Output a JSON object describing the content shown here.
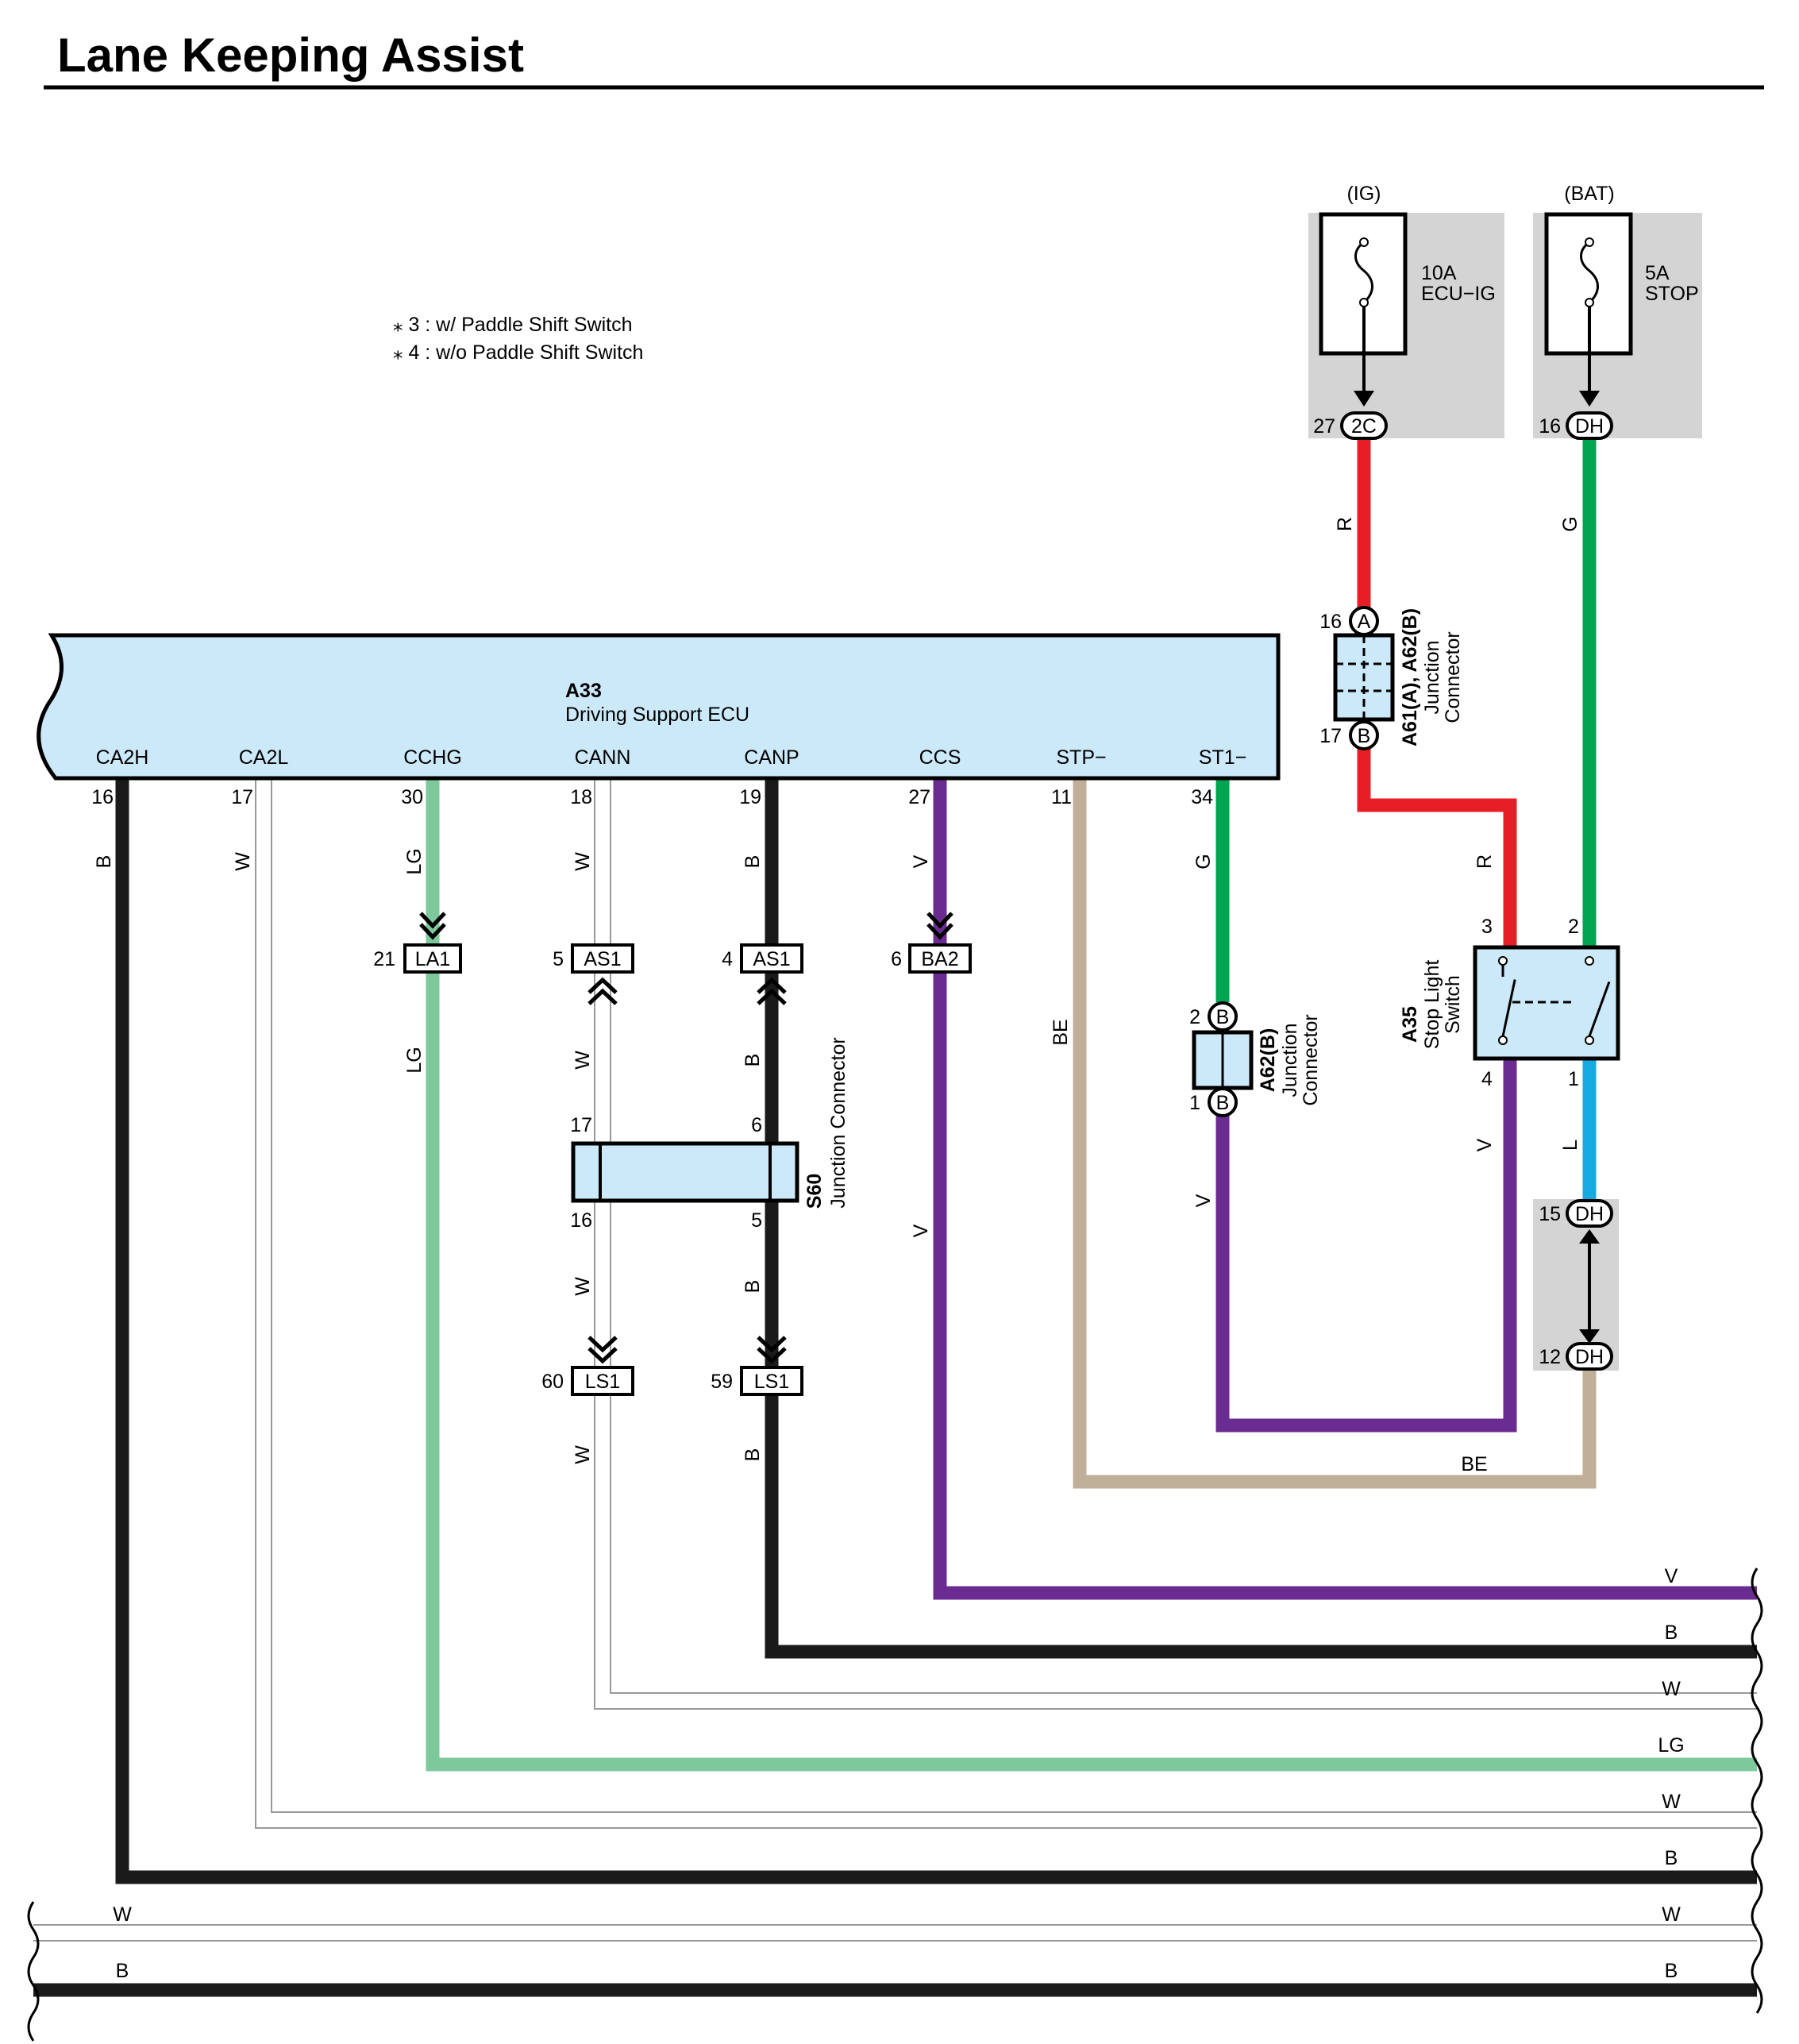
{
  "title": "Lane Keeping Assist",
  "notes": [
    "⁎ 3 : w/ Paddle Shift Switch",
    "⁎ 4 : w/o Paddle Shift Switch"
  ],
  "colors": {
    "R": "#e81e26",
    "G": "#00a551",
    "LG": "#7dc99b",
    "V": "#6b2c91",
    "B": "#1a1a1a",
    "W": "#a6a6a6",
    "BE": "#bfae98",
    "L": "#17a9e1",
    "ecu_fill": "#cce9f9",
    "fuse_bg": "#d4d4d4"
  },
  "ecu": {
    "code": "A33",
    "name": "Driving Support ECU",
    "terminals": [
      {
        "name": "CA2H",
        "pin": "16",
        "wire": "B"
      },
      {
        "name": "CA2L",
        "pin": "17",
        "wire": "W"
      },
      {
        "name": "CCHG",
        "pin": "30",
        "wire": "LG"
      },
      {
        "name": "CANN",
        "pin": "18",
        "wire": "W"
      },
      {
        "name": "CANP",
        "pin": "19",
        "wire": "B"
      },
      {
        "name": "CCS",
        "pin": "27",
        "wire": "V"
      },
      {
        "name": "STP−",
        "pin": "11",
        "wire": "BE"
      },
      {
        "name": "ST1−",
        "pin": "34",
        "wire": "G"
      }
    ]
  },
  "fuses": [
    {
      "source": "(IG)",
      "rating": "10A",
      "name": "ECU−IG",
      "pin": "27",
      "connector": "2C",
      "wire": "R"
    },
    {
      "source": "(BAT)",
      "rating": "5A",
      "name": "STOP",
      "pin": "16",
      "connector": "DH",
      "wire": "G"
    }
  ],
  "connectors": {
    "la1": {
      "pin": "21",
      "label": "LA1",
      "wire_out": "LG"
    },
    "as1_a": {
      "pin": "5",
      "label": "AS1",
      "wire_out": "W"
    },
    "as1_b": {
      "pin": "4",
      "label": "AS1",
      "wire_out": "B"
    },
    "ba2": {
      "pin": "6",
      "label": "BA2",
      "wire_out": "V"
    },
    "ls1_a": {
      "pin": "60",
      "label": "LS1",
      "wire_out": "W"
    },
    "ls1_b": {
      "pin": "59",
      "label": "LS1",
      "wire_out": "B"
    },
    "dh_a": {
      "pin": "15",
      "label": "DH"
    },
    "dh_b": {
      "pin": "12",
      "label": "DH",
      "wire_out": "BE"
    }
  },
  "junction_a61": {
    "code": "A61(A), A62(B)",
    "name": [
      "Junction",
      "Connector"
    ],
    "pin_top": "16",
    "pin_top_label": "A",
    "pin_bottom": "17",
    "pin_bottom_label": "B",
    "wire_out": "R"
  },
  "junction_a62": {
    "code": "A62(B)",
    "name": [
      "Junction",
      "Connector"
    ],
    "pin_top": "2",
    "pin_top_label": "B",
    "pin_bottom": "1",
    "pin_bottom_label": "B",
    "wire_out": "V"
  },
  "junction_s60": {
    "code": "S60",
    "name": "Junction Connector",
    "pins": {
      "left_top": "17",
      "left_bottom": "16",
      "right_top": "6",
      "right_bottom": "5"
    },
    "wires": {
      "left_top": "W",
      "left_bottom": "W",
      "right_top": "B",
      "right_bottom": "B"
    }
  },
  "stop_switch": {
    "code": "A35",
    "name": [
      "Stop Light",
      "Switch"
    ],
    "pins": {
      "top_left": "3",
      "top_right": "2",
      "bottom_left": "4",
      "bottom_right": "1"
    },
    "wires": {
      "bottom_left": "V",
      "bottom_right": "L"
    }
  },
  "bus_wires": [
    {
      "color": "V",
      "label": "V"
    },
    {
      "color": "B",
      "label": "B"
    },
    {
      "color": "W",
      "label": "W"
    },
    {
      "color": "LG",
      "label": "LG"
    },
    {
      "color": "W",
      "label": "W"
    },
    {
      "color": "B",
      "label": "B"
    },
    {
      "color": "W",
      "label": "W",
      "left_label": "W"
    },
    {
      "color": "B",
      "label": "B",
      "left_label": "B"
    }
  ],
  "be_return_label": "BE"
}
